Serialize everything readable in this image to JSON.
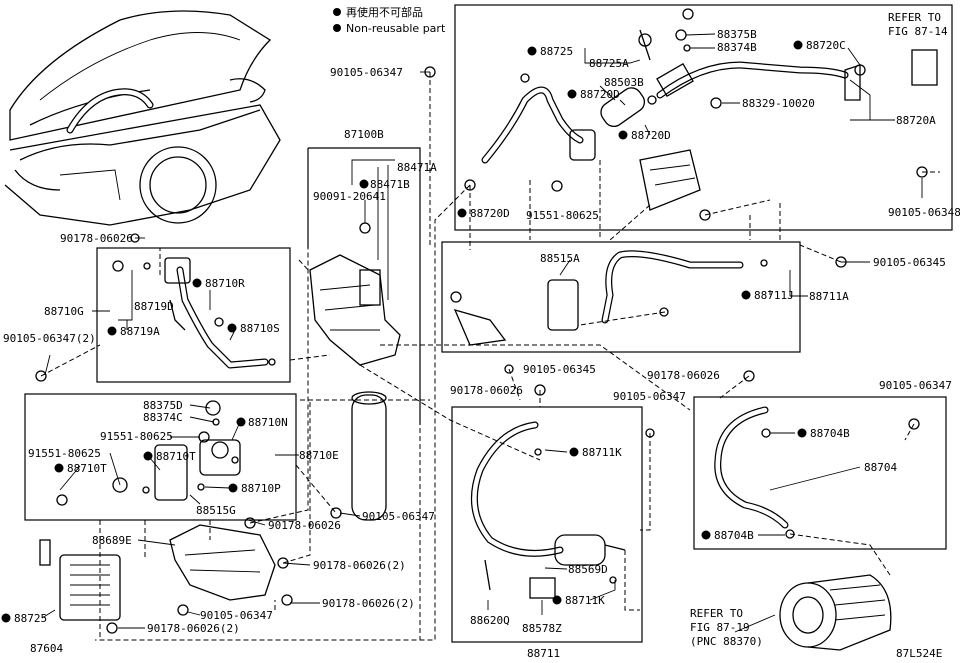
{
  "legend": {
    "non_reusable_jp": "再使用不可部品",
    "non_reusable_en": "Non-reusable part"
  },
  "refs": {
    "ref1_line1": "REFER TO",
    "ref1_line2": "FIG 87-14",
    "ref2_line1": "REFER TO",
    "ref2_line2": "FIG 87-19",
    "ref2_line3": "(PNC 88370)"
  },
  "diagram_id": "87L524E",
  "labels": {
    "l88725_top": "88725",
    "l88725A": "88725A",
    "l88375B": "88375B",
    "l88374B": "88374B",
    "l88720C": "88720C",
    "l88503B": "88503B",
    "l88720D_a": "88720D",
    "l88720D_b": "88720D",
    "l88720D_c": "88720D",
    "l88329": "88329-10020",
    "l88720A": "88720A",
    "l90105_06347_top": "90105-06347",
    "l90105_06348": "90105-06348",
    "l91551_80625_top": "91551-80625",
    "l87100B": "87100B",
    "l88471A": "88471A",
    "l88471B": "88471B",
    "l90091": "90091-20641",
    "l90178_06026_a": "90178-06026",
    "l88710R": "88710R",
    "l88719D": "88719D",
    "l88710G": "88710G",
    "l88719A": "88719A",
    "l88710S": "88710S",
    "l90105_06347_2": "90105-06347(2)",
    "l88515A": "88515A",
    "l88711J": "88711J",
    "l88711A": "88711A",
    "l90105_06345_a": "90105-06345",
    "l90105_06345_b": "90105-06345",
    "l90178_06026_b": "90178-06026",
    "l90178_06026_c": "90178-06026",
    "l90105_06347_mid": "90105-06347",
    "l90105_06347_r": "90105-06347",
    "l88375D": "88375D",
    "l88374C": "88374C",
    "l88710N": "88710N",
    "l91551_80625_mid": "91551-80625",
    "l91551_80625_left": "91551-80625",
    "l88710T_a": "88710T",
    "l88710T_b": "88710T",
    "l88710P": "88710P",
    "l88710E": "88710E",
    "l88515G": "88515G",
    "l90105_06347_low": "90105-06347",
    "l90178_06026_d": "90178-06026",
    "l88689E": "88689E",
    "l90178_06026_2a": "90178-06026(2)",
    "l90178_06026_2b": "90178-06026(2)",
    "l90178_06026_2c": "90178-06026(2)",
    "l90105_06347_bot": "90105-06347",
    "l88725_bot": "88725",
    "l87604": "87604",
    "l88711K_a": "88711K",
    "l88711K_b": "88711K",
    "l88569D": "88569D",
    "l88620Q": "88620Q",
    "l88578Z": "88578Z",
    "l88711": "88711",
    "l88704B_a": "88704B",
    "l88704B_b": "88704B",
    "l88704": "88704"
  }
}
